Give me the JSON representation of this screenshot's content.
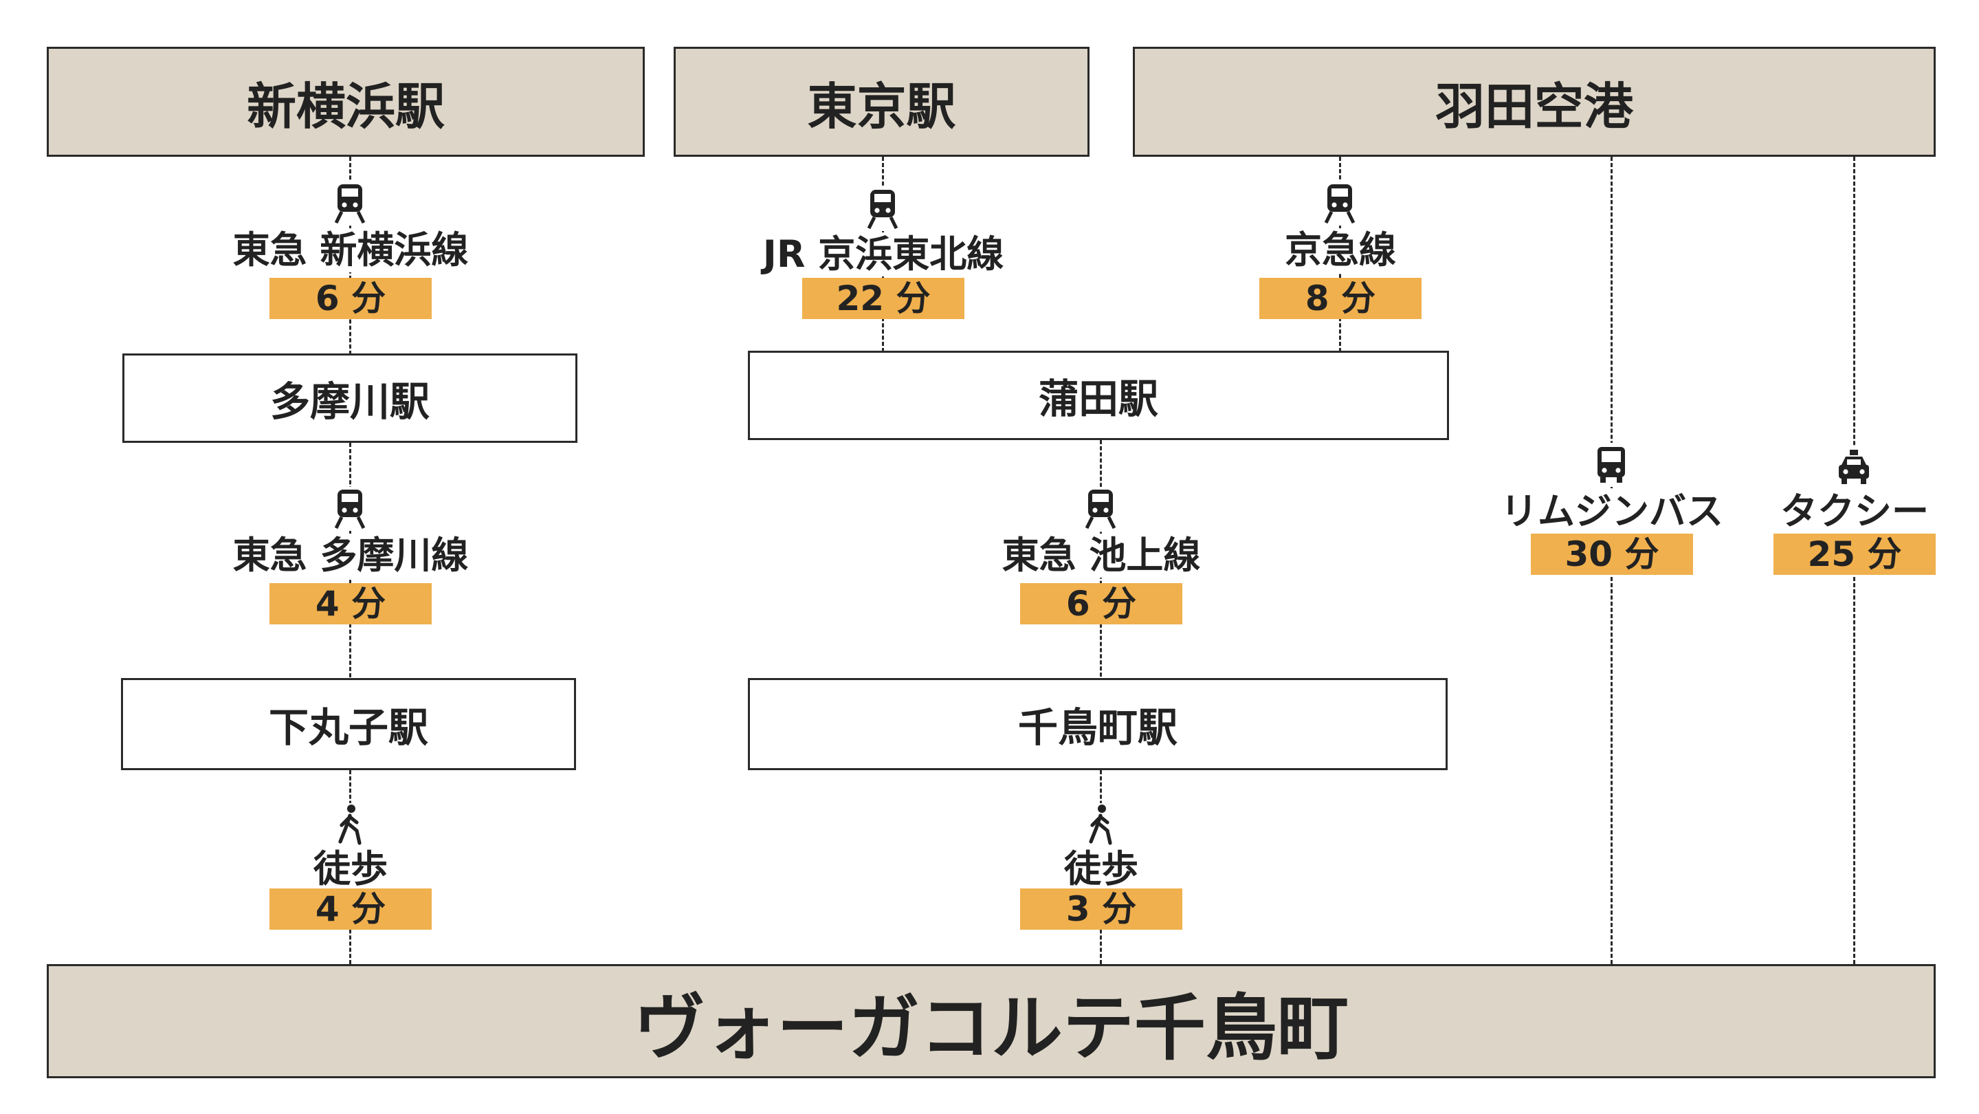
{
  "origins": {
    "shinyokohama": "新横浜駅",
    "tokyo": "東京駅",
    "haneda": "羽田空港"
  },
  "stations": {
    "tamagawa": "多摩川駅",
    "kamata": "蒲田駅",
    "shimomaruko": "下丸子駅",
    "chidoricho": "千鳥町駅"
  },
  "destination": "ヴォーガコルテ千鳥町",
  "segments": {
    "shinyokohama_line": {
      "route": "東急 新横浜線",
      "time": "6 分",
      "icon": "train-icon"
    },
    "keihin_tohoku": {
      "route": "JR 京浜東北線",
      "time": "22 分",
      "icon": "train-icon"
    },
    "keikyu": {
      "route": "京急線",
      "time": "8 分",
      "icon": "train-icon"
    },
    "tamagawa_line": {
      "route": "東急 多摩川線",
      "time": "4 分",
      "icon": "train-icon"
    },
    "ikegami_line": {
      "route": "東急 池上線",
      "time": "6 分",
      "icon": "train-icon"
    },
    "limousine": {
      "route": "リムジンバス",
      "time": "30 分",
      "icon": "bus-icon"
    },
    "taxi": {
      "route": "タクシー",
      "time": "25 分",
      "icon": "taxi-icon"
    },
    "walk_shimomaruko": {
      "route": "徒歩",
      "time": "4 分",
      "icon": "walking-icon"
    },
    "walk_chidoricho": {
      "route": "徒歩",
      "time": "3 分",
      "icon": "walking-icon"
    }
  },
  "colors": {
    "origin_fill": "#ddd5c7",
    "time_badge": "#f0b04d",
    "border": "#2a2a2a"
  }
}
